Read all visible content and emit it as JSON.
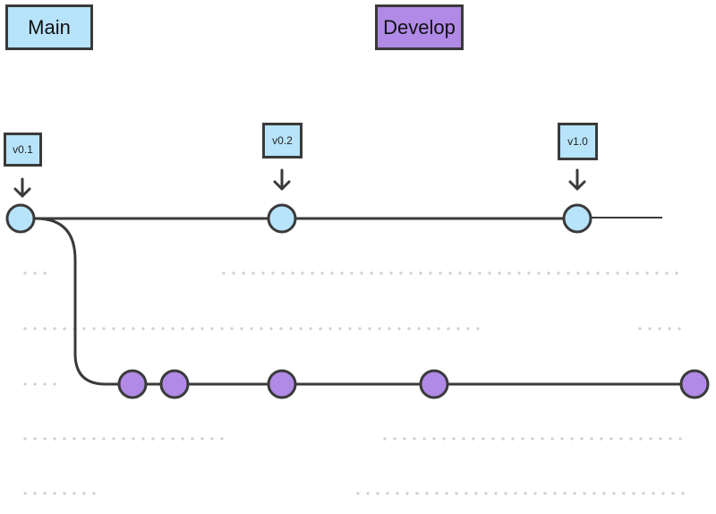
{
  "branches": {
    "main": {
      "label": "Main",
      "color": "#b8e4fb"
    },
    "develop": {
      "label": "Develop",
      "color": "#b08ae6"
    }
  },
  "tags": [
    {
      "label": "v0.1"
    },
    {
      "label": "v0.2"
    },
    {
      "label": "v1.0"
    }
  ],
  "colors": {
    "line": "#3a3a3a",
    "dots": "#cfcfcf"
  }
}
